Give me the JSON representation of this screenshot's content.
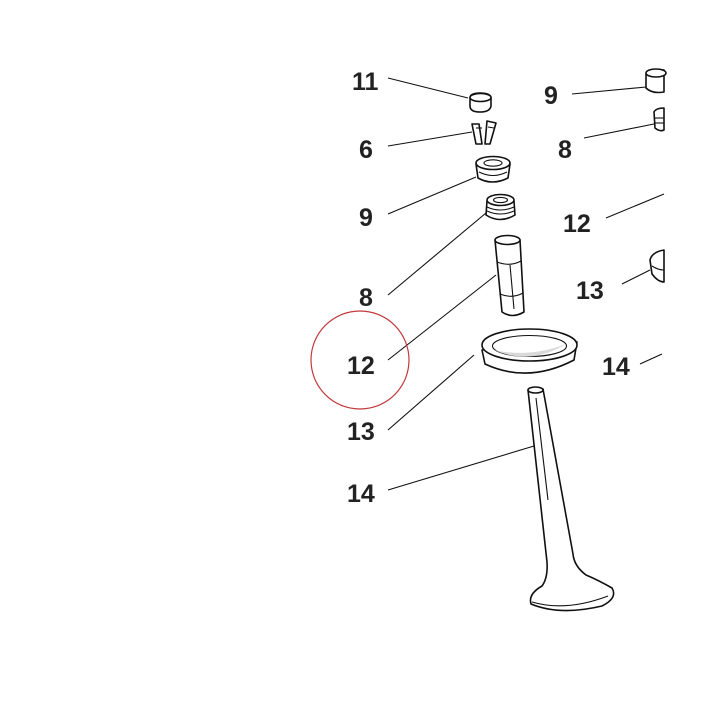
{
  "diagram": {
    "colors": {
      "line": "#111111",
      "label": "#222222",
      "highlight_circle": "#c0393b",
      "background": "#ffffff"
    },
    "callouts_left": {
      "c11": "11",
      "c6": "6",
      "c9": "9",
      "c8": "8",
      "c12": "12",
      "c13": "13",
      "c14": "14"
    },
    "callouts_right": {
      "c9": "9",
      "c8": "8",
      "c12": "12",
      "c13": "13",
      "c14": "14"
    },
    "highlighted_callout": "12"
  }
}
